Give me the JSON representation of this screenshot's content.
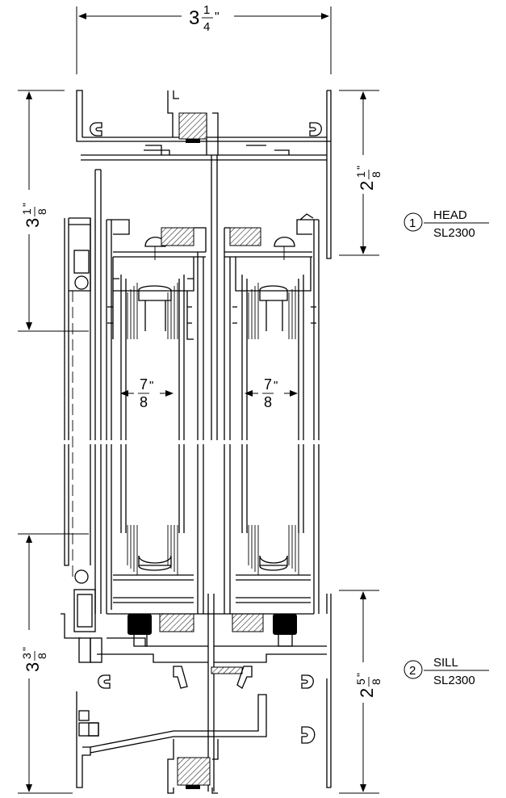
{
  "dimensions": {
    "overall_width": {
      "whole": "3",
      "num": "1",
      "den": "4",
      "unit": "\""
    },
    "head_height": {
      "whole": "2",
      "num": "1",
      "den": "8",
      "unit": "\""
    },
    "upper_left": {
      "whole": "3",
      "num": "1",
      "den": "8",
      "unit": "\""
    },
    "lower_left": {
      "whole": "3",
      "num": "3",
      "den": "8",
      "unit": "\""
    },
    "sill_height": {
      "whole": "2",
      "num": "5",
      "den": "8",
      "unit": "\""
    },
    "glass_left": {
      "num": "7",
      "den": "8",
      "unit": "\""
    },
    "glass_right": {
      "num": "7",
      "den": "8",
      "unit": "\""
    }
  },
  "callouts": {
    "head": {
      "number": "1",
      "title": "HEAD",
      "ref": "SL2300"
    },
    "sill": {
      "number": "2",
      "title": "SILL",
      "ref": "SL2300"
    }
  }
}
